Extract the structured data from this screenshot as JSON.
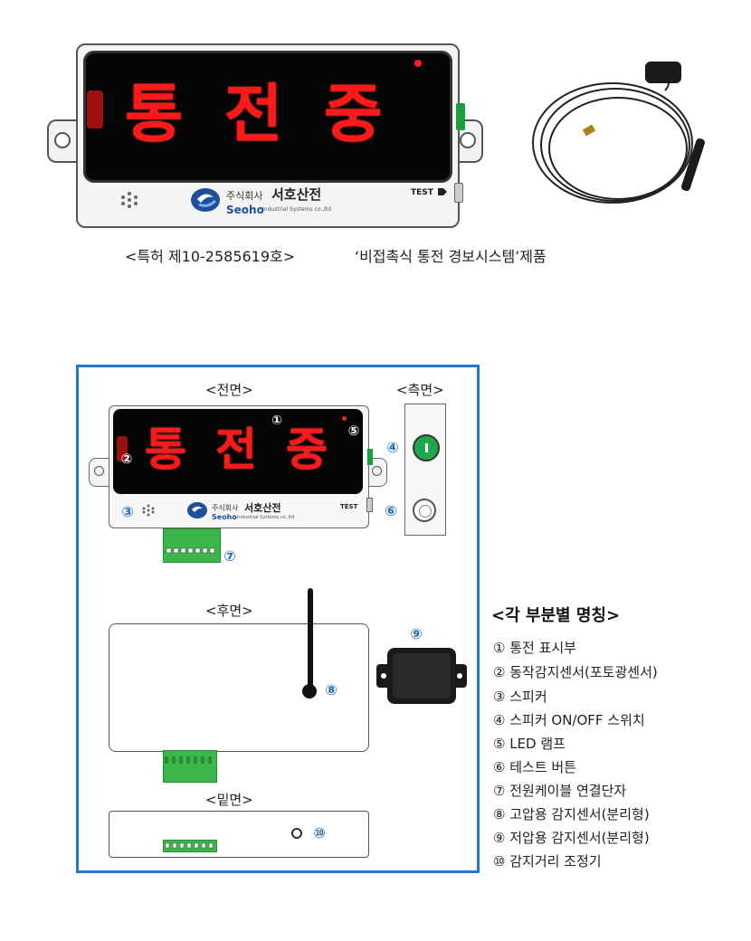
{
  "top_device": {
    "display_text": "통전중",
    "chars": [
      "통",
      "전",
      "중"
    ],
    "company_kr": "주식회사",
    "company_name": "서호산전",
    "company_en": "Seoho",
    "company_en_sub": "Industrial Systems co.,ltd",
    "test_label": "TEST"
  },
  "caption": {
    "patent": "<특허 제10-2585619호>",
    "product": "‘비접촉식 통전 경보시스템’제품"
  },
  "panel": {
    "front_label": "<전면>",
    "side_label": "<측면>",
    "rear_label": "<후면>",
    "bottom_label": "<밑면>",
    "front_device": {
      "chars": [
        "통",
        "전",
        "중"
      ],
      "company_kr": "주식회사",
      "company_name": "서호산전",
      "company_en": "Seoho",
      "company_en_sub": "Industrial Systems co.,ltd",
      "test_label": "TEST"
    },
    "markers": {
      "m1": "①",
      "m2": "②",
      "m3": "③",
      "m4": "④",
      "m5": "⑤",
      "m6": "⑥",
      "m7": "⑦",
      "m8": "⑧",
      "m9": "⑨",
      "m10": "⑩"
    }
  },
  "legend": {
    "title": "<각 부분별 명칭>",
    "items": [
      "① 통전 표시부",
      "② 동작감지센서(포토광센서)",
      "③ 스피커",
      "④ 스피커 ON/OFF 스위치",
      "⑤ LED 램프",
      "⑥ 테스트 버튼",
      "⑦ 전원케이블 연결단자",
      "⑧ 고압용 감지센서(분리형)",
      "⑨ 저압용 감지센서(분리형)",
      "⑩ 감지거리 조정기"
    ]
  },
  "colors": {
    "frame_blue": "#1f78c8",
    "display_red": "#ff1a1a",
    "terminal_green": "#3cb54a",
    "switch_green": "#1ea84a",
    "marker_blue": "#1f6fb6"
  }
}
